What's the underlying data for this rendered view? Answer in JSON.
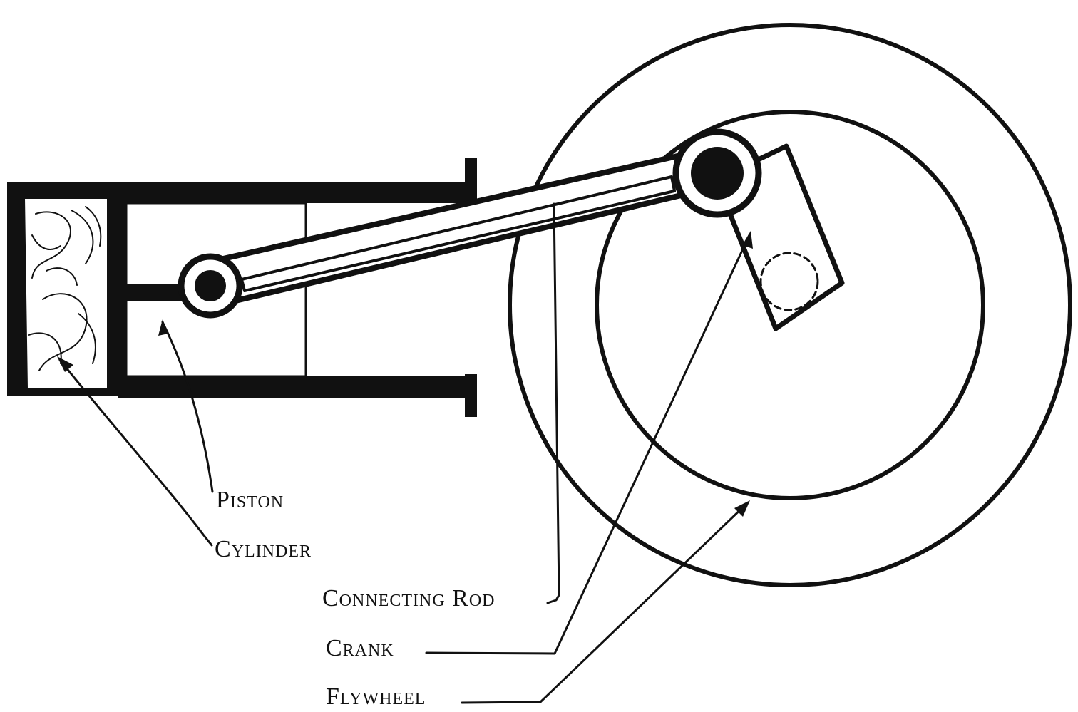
{
  "labels": {
    "piston": "Piston",
    "cylinder": "Cylinder",
    "connecting_rod": "Connecting Rod",
    "crank": "Crank",
    "flywheel": "Flywheel"
  },
  "colors": {
    "ink": "#111111",
    "paper": "#ffffff"
  }
}
